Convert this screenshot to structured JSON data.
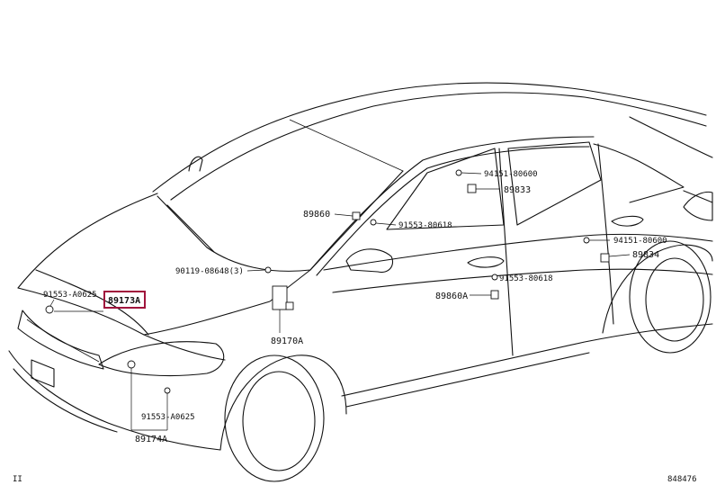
{
  "labels": {
    "p89860": "89860",
    "p94151a": "94151-80600",
    "p89833": "89833",
    "p91553a": "91553-80618",
    "p94151b": "94151-80600",
    "p89834": "89834",
    "p90119": "90119-08648(3)",
    "p91553b": "91553-A0625",
    "p89173A": "89173A",
    "p91553c": "91553-80618",
    "p89860A": "89860A",
    "p89170A": "89170A",
    "p91553d": "91553-A0625",
    "p89174A": "89174A"
  },
  "footer": {
    "corner_left": "II",
    "figure_id": "848476"
  },
  "colors": {
    "highlight": "#a0143c",
    "line": "#111111"
  }
}
